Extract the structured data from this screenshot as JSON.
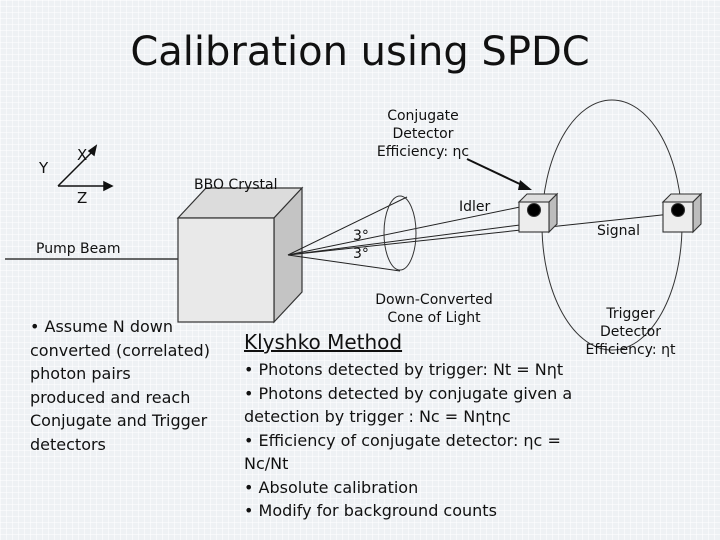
{
  "title": "Calibration using SPDC",
  "axes": {
    "y": "Y",
    "x": "X",
    "z": "Z"
  },
  "labels": {
    "pump_beam": "Pump Beam",
    "bbo_crystal": "BBO Crystal",
    "idler": "Idler",
    "signal": "Signal",
    "angle_top": "3°",
    "angle_bottom": "3°",
    "cone": [
      "Down-Converted",
      "Cone of Light"
    ],
    "conjugate_detector": [
      "Conjugate",
      "Detector",
      "Efficiency: ηc"
    ],
    "trigger_detector": [
      "Trigger",
      "Detector",
      "Efficiency: ηt"
    ]
  },
  "left_bullet": [
    "• Assume N down",
    "converted (correlated)",
    "photon pairs",
    "produced and reach",
    "Conjugate and Trigger",
    "detectors"
  ],
  "klyshko": {
    "title": "Klyshko Method",
    "lines": [
      "• Photons detected by trigger: Nt = Nηt",
      "• Photons detected by conjugate given a",
      "detection by trigger : Nc = Nηtηc",
      "• Efficiency of conjugate detector: ηc =",
      "Nc/Nt",
      "• Absolute calibration",
      "• Modify for background counts"
    ]
  }
}
